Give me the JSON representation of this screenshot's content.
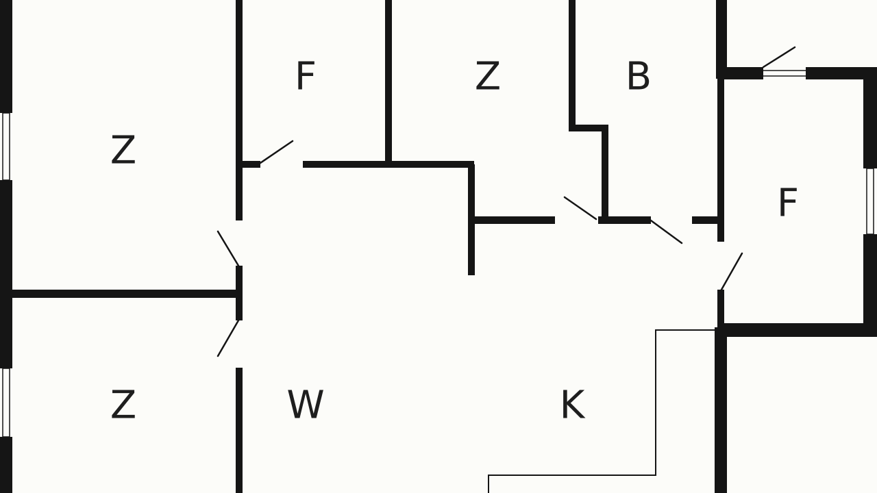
{
  "colors": {
    "background": "#fcfcf9",
    "wall": "#151515",
    "label": "#1e1e1e"
  },
  "rooms": [
    {
      "id": "bedroom-left-top",
      "label": "Z"
    },
    {
      "id": "bedroom-left-bottom",
      "label": "Z"
    },
    {
      "id": "hall-top",
      "label": "F"
    },
    {
      "id": "bedroom-top-center",
      "label": "Z"
    },
    {
      "id": "bathroom",
      "label": "B"
    },
    {
      "id": "hall-right",
      "label": "F"
    },
    {
      "id": "living-room",
      "label": "W"
    },
    {
      "id": "kitchen",
      "label": "K"
    }
  ]
}
